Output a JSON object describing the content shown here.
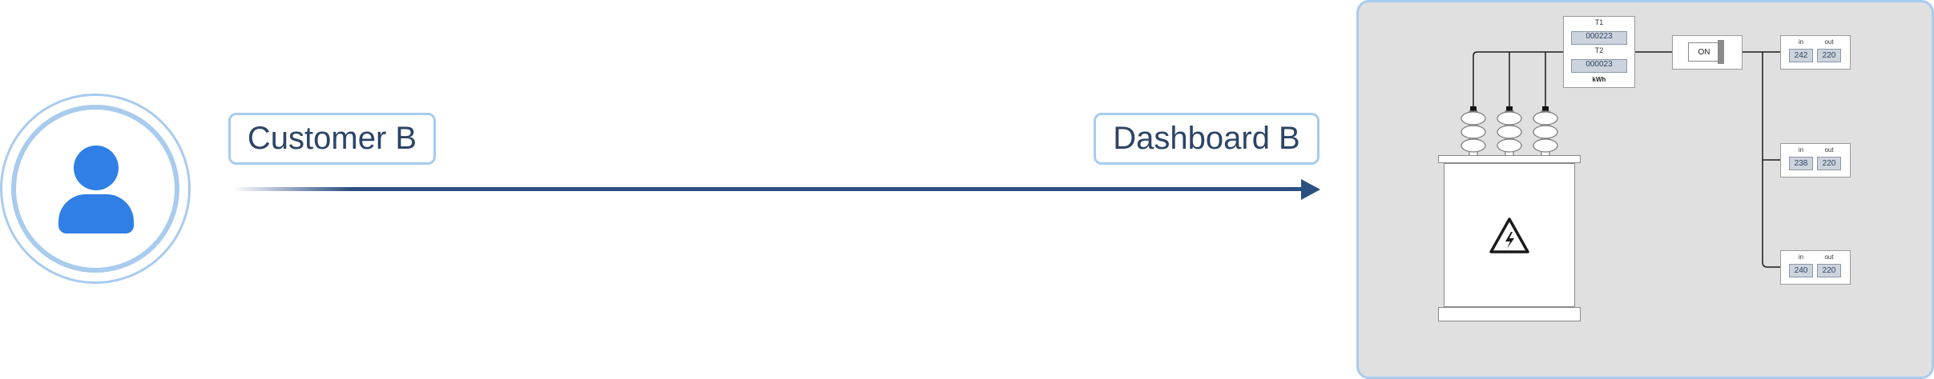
{
  "customer": {
    "label": "Customer B",
    "avatar_icon": "person-icon"
  },
  "dashboard": {
    "label": "Dashboard B"
  },
  "colors": {
    "accent": "#2f7fe6",
    "border": "#a8cbee",
    "arrow": "#2c4f82",
    "panel_bg": "#e0e0e0",
    "text": "#2c4466"
  },
  "meter": {
    "t1_label": "T1",
    "t1_value": "000223",
    "t2_label": "T2",
    "t2_value": "000023",
    "unit": "kWh"
  },
  "switch": {
    "state": "ON"
  },
  "readouts": [
    {
      "in_label": "in",
      "out_label": "out",
      "in_value": "242",
      "out_value": "220"
    },
    {
      "in_label": "in",
      "out_label": "out",
      "in_value": "238",
      "out_value": "220"
    },
    {
      "in_label": "in",
      "out_label": "out",
      "in_value": "240",
      "out_value": "220"
    }
  ],
  "transformer": {
    "icon": "high-voltage-icon"
  }
}
